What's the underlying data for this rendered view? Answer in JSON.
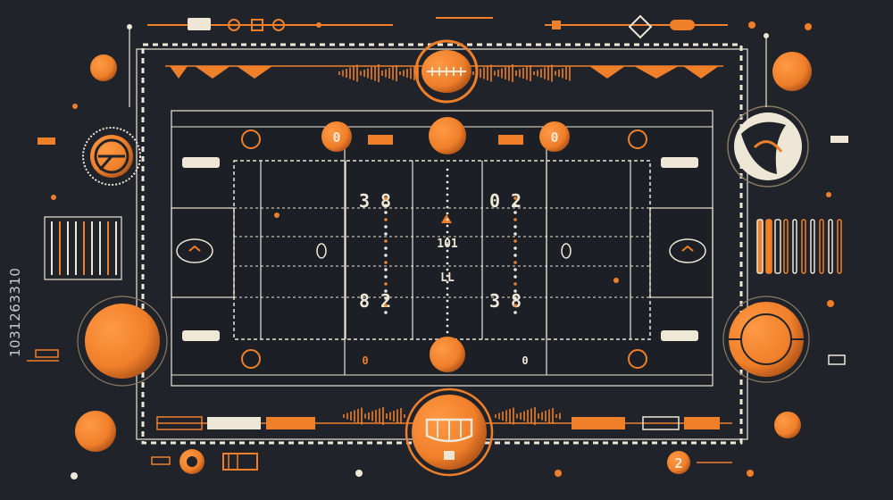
{
  "colors": {
    "background": "#20232a",
    "accent": "#f07f2a",
    "line": "#eee7d6",
    "dim": "#8a7a63"
  },
  "scoreboard": {
    "left_top": "3 8",
    "right_top": "0 2",
    "left_bottom": "8 2",
    "right_bottom": "3 8",
    "center_top": "101",
    "center_bottom": "LL"
  },
  "badges": {
    "left": "0",
    "right": "0",
    "bottom_left": "0",
    "bottom_right": "0",
    "lower_right": "2"
  },
  "watermark": {
    "id": "1031263310"
  },
  "icons": [
    "football-icon",
    "radar-dial-icon",
    "helmet-icon",
    "scoreboard-icon"
  ]
}
